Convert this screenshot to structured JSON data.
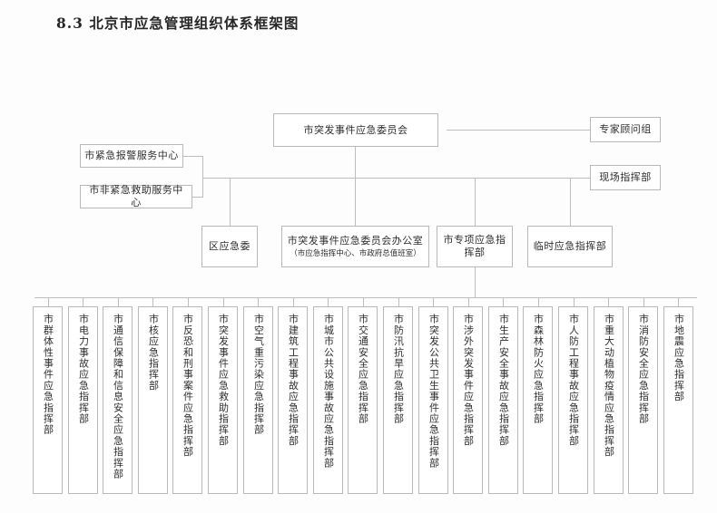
{
  "document": {
    "title": "8.3 北京市应急管理组织体系框架图"
  },
  "chart_type": "organization-chart",
  "nodes": {
    "top": {
      "label": "市突发事件应急委员会"
    },
    "right": [
      {
        "label": "专家顾问组"
      },
      {
        "label": "现场指挥部"
      }
    ],
    "left": [
      {
        "label": "市紧急报警服务中心"
      },
      {
        "label": "市非紧急救助服务中心"
      }
    ],
    "mid": [
      {
        "label": "区应急委"
      },
      {
        "label": "市突发事件应急委员会办公室",
        "sublabel": "（市应急指挥中心、市政府总值班室）"
      },
      {
        "label": "市专项应急指挥部"
      },
      {
        "label": "临时应急指挥部"
      }
    ],
    "commands": [
      {
        "label": "市群体性事件应急指挥部"
      },
      {
        "label": "市电力事故应急指挥部"
      },
      {
        "label": "市通信保障和信息安全应急指挥部"
      },
      {
        "label": "市核应急指挥部"
      },
      {
        "label": "市反恐和刑事案件应急指挥部"
      },
      {
        "label": "市突发事件应急救助指挥部"
      },
      {
        "label": "市空气重污染应急指挥部"
      },
      {
        "label": "市建筑工程事故应急指挥部"
      },
      {
        "label": "市城市公共设施事故应急指挥部"
      },
      {
        "label": "市交通安全应急指挥部"
      },
      {
        "label": "市防汛抗旱应急指挥部"
      },
      {
        "label": "市突发公共卫生事件应急指挥部"
      },
      {
        "label": "市涉外突发事件应急指挥部"
      },
      {
        "label": "市生产安全事故应急指挥部"
      },
      {
        "label": "市森林防火应急指挥部"
      },
      {
        "label": "市人防工程事故应急指挥部"
      },
      {
        "label": "市重大动植物疫情应急指挥部"
      },
      {
        "label": "市消防安全应急指挥部"
      },
      {
        "label": "市地震应急指挥部"
      }
    ]
  },
  "style": {
    "border_color": "#b9b9b9",
    "line_color": "#bdbdbd",
    "text_color": "#2e2e2e",
    "background": "#fdfdfd"
  }
}
